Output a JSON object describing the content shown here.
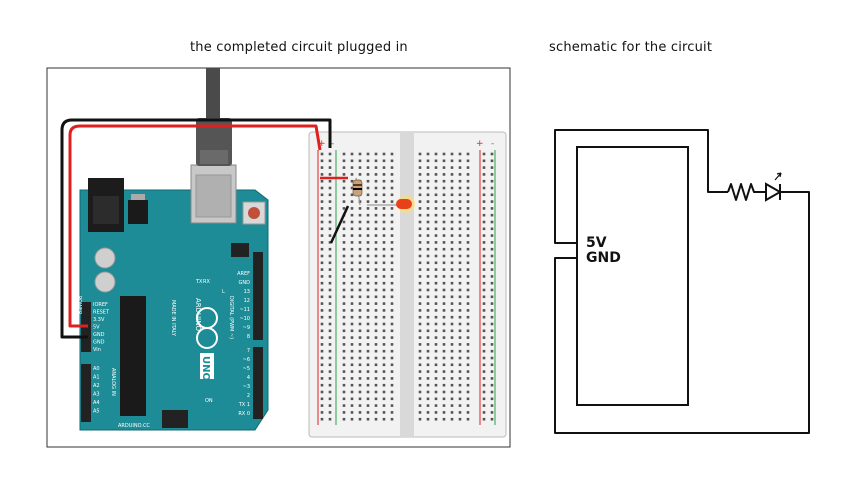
{
  "captions": {
    "left": "the completed circuit plugged in",
    "right": "schematic for the circuit"
  },
  "arduino": {
    "brand": "ARDUINO",
    "model": "UNO",
    "made_in": "MADE IN ITALY",
    "site": "ARDUINO.CC",
    "power_header_label": "POWER",
    "analog_header_label": "ANALOG IN",
    "digital_header_label": "DIGITAL (PWM ~)",
    "power_pins": [
      "IOREF",
      "RESET",
      "3.3V",
      "5V",
      "GND",
      "GND",
      "Vin"
    ],
    "analog_pins": [
      "A0",
      "A1",
      "A2",
      "A3",
      "A4",
      "A5"
    ],
    "digital_pins_top": [
      "AREF",
      "GND",
      "13",
      "12",
      "~11",
      "~10",
      "~9",
      "8"
    ],
    "digital_pins_bottom": [
      "7",
      "~6",
      "~5",
      "4",
      "~3",
      "2",
      "TX 1",
      "RX 0"
    ],
    "led_labels": [
      "TX",
      "RX",
      "L",
      "ON"
    ]
  },
  "breadboard": {
    "rail_plus": "+",
    "rail_minus": "-"
  },
  "schematic": {
    "pin_5v": "5V",
    "pin_gnd": "GND"
  },
  "colors": {
    "board": "#1d8c96",
    "wire_red": "#e02020",
    "wire_black": "#111111",
    "led": "#e8401a"
  }
}
